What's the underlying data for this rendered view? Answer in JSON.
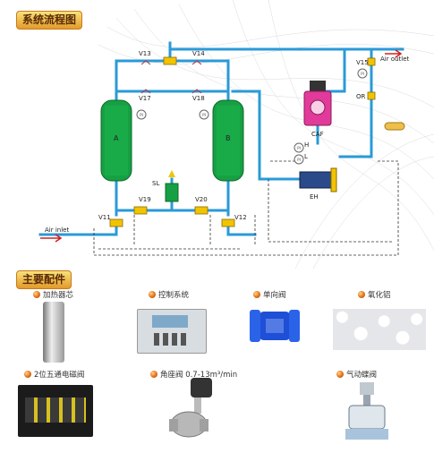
{
  "sections": {
    "flow_title": "系统流程图",
    "parts_title": "主要配件"
  },
  "diagram": {
    "labels": {
      "v13": "V13",
      "v14": "V14",
      "v17": "V17",
      "v18": "V18",
      "v15": "V15",
      "air_outlet": "Air outlet",
      "or": "OR",
      "caf": "CAF",
      "eh": "EH",
      "h": "H",
      "l": "L",
      "tower_a": "A",
      "tower_b": "B",
      "sl": "SL",
      "v19": "V19",
      "v20": "V20",
      "v11": "V11",
      "v12": "V12",
      "air_inlet": "Air inlet",
      "pi1": "PI",
      "pi2": "PI",
      "pi3": "PI",
      "pi4": "PI",
      "pi5": "PI"
    }
  },
  "components": [
    {
      "label": "加热器芯"
    },
    {
      "label": "控制系统"
    },
    {
      "label": "单向阀"
    },
    {
      "label": "氧化铝"
    },
    {
      "label": "2位五通电磁阀"
    },
    {
      "label": "角座阀 0.7-13m³/min"
    },
    {
      "label": "气动蝶阀"
    }
  ],
  "colors": {
    "pipe": "#2a9ad8",
    "tower": "#16a043",
    "valve": "#f2c400",
    "tag_fill": "#eec04a",
    "filter": "#e23a9a"
  }
}
